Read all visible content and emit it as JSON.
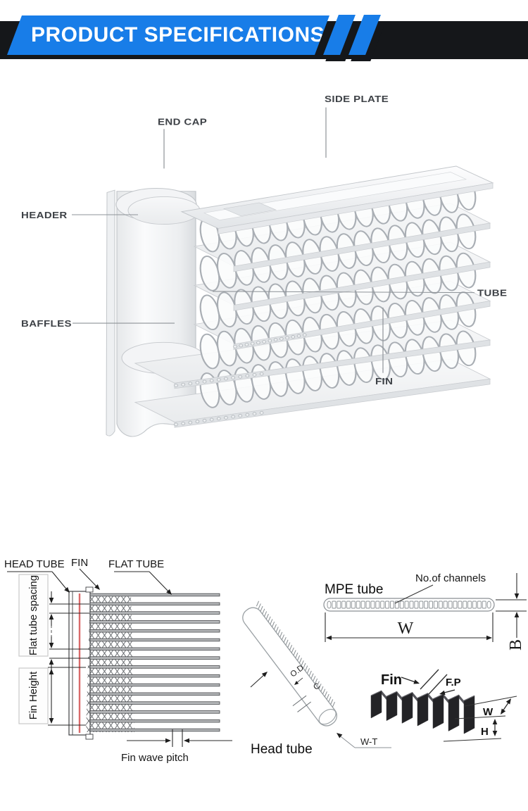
{
  "header": {
    "title": "PRODUCT SPECIFICATIONS",
    "accent_color": "#187de8",
    "bar_color": "#15171a"
  },
  "hero_diagram": {
    "labels": {
      "side_plate": "SIDE PLATE",
      "end_cap": "END CAP",
      "header": "HEADER",
      "baffles": "BAFFLES",
      "tube": "TUBE",
      "fin": "FIN"
    },
    "fin_rows": 5
  },
  "detail_diagrams": {
    "fin_stack": {
      "labels": {
        "head_tube": "HEAD TUBE",
        "fin": "FIN",
        "flat_tube": "FLAT TUBE",
        "flat_tube_spacing": "Flat tube spacing",
        "fin_height": "Fin Height",
        "fin_wave_pitch": "Fin wave pitch"
      },
      "tube_count": 16,
      "accent_line_color": "#d96a6a"
    },
    "head_tube": {
      "labels": {
        "od": "O.D",
        "c": "C",
        "wt": "W-T",
        "title": "Head tube"
      }
    },
    "mpe_tube": {
      "labels": {
        "title": "MPE tube",
        "channels": "No.of channels",
        "width": "W",
        "thickness": "B"
      },
      "channel_count": 34
    },
    "fin_detail": {
      "labels": {
        "fin": "Fin",
        "fp": "F.P",
        "w": "W",
        "h": "H"
      },
      "plate_count": 7
    }
  }
}
